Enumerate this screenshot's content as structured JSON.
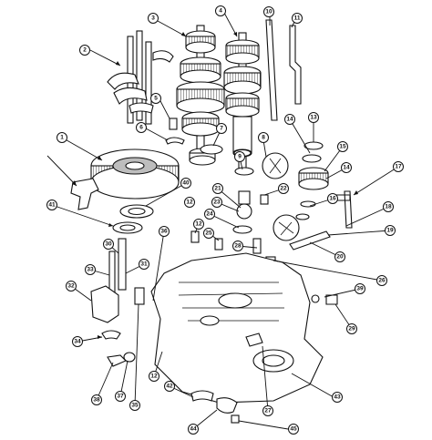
{
  "callouts": [
    {
      "id": "c1",
      "label": "1"
    },
    {
      "id": "c2",
      "label": "2"
    },
    {
      "id": "c3",
      "label": "3"
    },
    {
      "id": "c4",
      "label": "4"
    },
    {
      "id": "c5",
      "label": "5"
    },
    {
      "id": "c6",
      "label": "6"
    },
    {
      "id": "c7",
      "label": "7"
    },
    {
      "id": "c8",
      "label": "8"
    },
    {
      "id": "c9",
      "label": "9"
    },
    {
      "id": "c10",
      "label": "10"
    },
    {
      "id": "c11",
      "label": "11"
    },
    {
      "id": "c12a",
      "label": "12"
    },
    {
      "id": "c12b",
      "label": "12"
    },
    {
      "id": "c12c",
      "label": "12"
    },
    {
      "id": "c13",
      "label": "13"
    },
    {
      "id": "c14a",
      "label": "14"
    },
    {
      "id": "c14b",
      "label": "14"
    },
    {
      "id": "c15",
      "label": "15"
    },
    {
      "id": "c16",
      "label": "16"
    },
    {
      "id": "c17",
      "label": "17"
    },
    {
      "id": "c18",
      "label": "18"
    },
    {
      "id": "c19",
      "label": "19"
    },
    {
      "id": "c20",
      "label": "20"
    },
    {
      "id": "c21",
      "label": "21"
    },
    {
      "id": "c22",
      "label": "22"
    },
    {
      "id": "c23",
      "label": "23"
    },
    {
      "id": "c24",
      "label": "24"
    },
    {
      "id": "c25",
      "label": "25"
    },
    {
      "id": "c26",
      "label": "26"
    },
    {
      "id": "c27",
      "label": "27"
    },
    {
      "id": "c28",
      "label": "28"
    },
    {
      "id": "c29",
      "label": "29"
    },
    {
      "id": "c30",
      "label": "30"
    },
    {
      "id": "c31",
      "label": "31"
    },
    {
      "id": "c32",
      "label": "32"
    },
    {
      "id": "c33",
      "label": "33"
    },
    {
      "id": "c34",
      "label": "34"
    },
    {
      "id": "c35",
      "label": "35"
    },
    {
      "id": "c36",
      "label": "36"
    },
    {
      "id": "c37",
      "label": "37"
    },
    {
      "id": "c38",
      "label": "38"
    },
    {
      "id": "c39",
      "label": "39"
    },
    {
      "id": "c40",
      "label": "40"
    },
    {
      "id": "c41",
      "label": "41"
    },
    {
      "id": "c42",
      "label": "42"
    },
    {
      "id": "c43",
      "label": "43"
    },
    {
      "id": "c44",
      "label": "44"
    },
    {
      "id": "c45",
      "label": "45"
    }
  ]
}
